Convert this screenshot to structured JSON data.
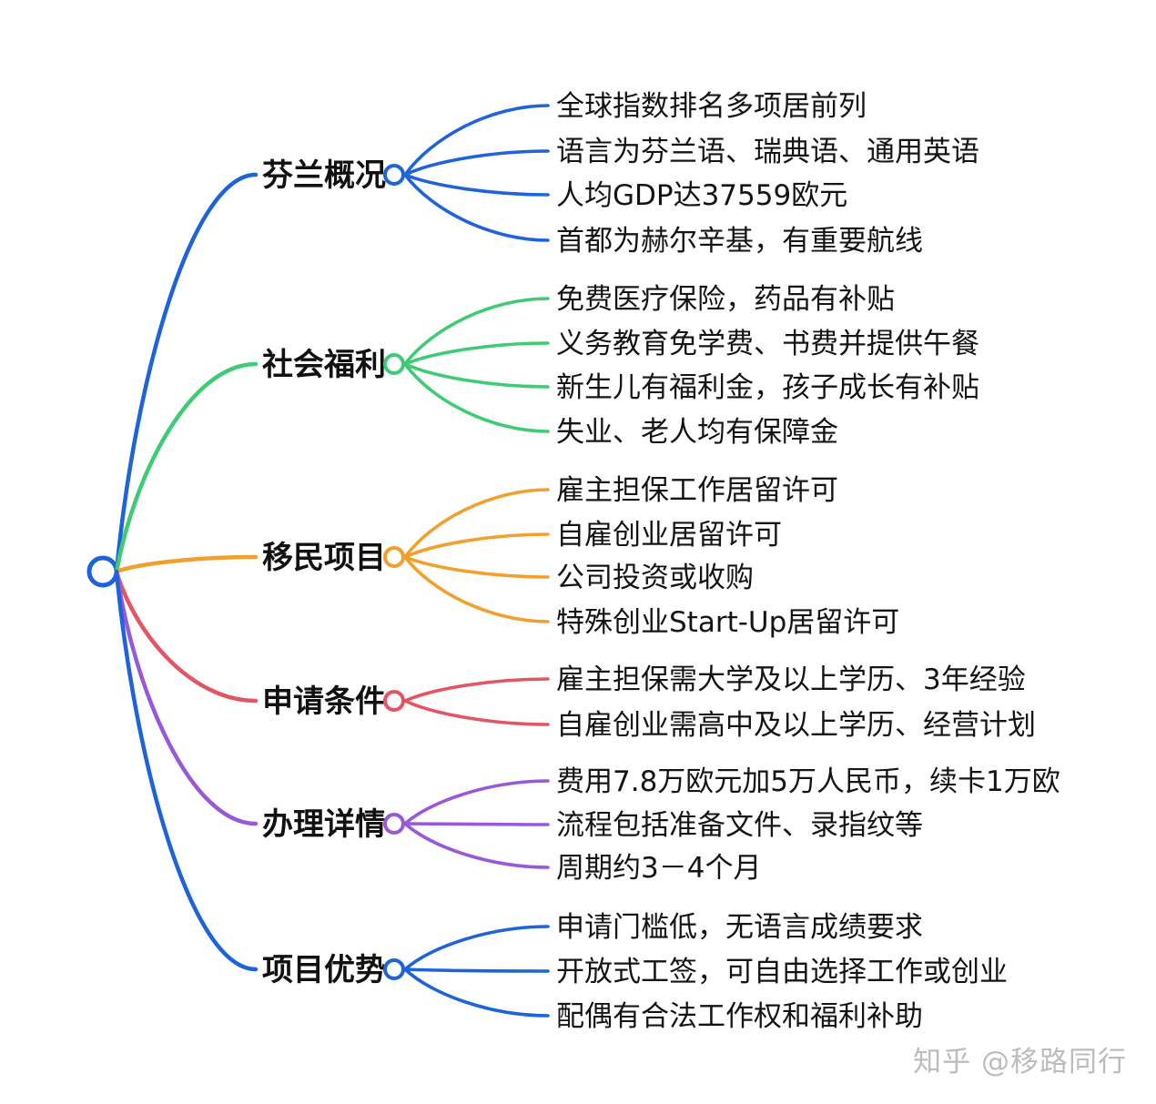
{
  "diagram": {
    "type": "mindmap",
    "root_node": {
      "shape": "open-circle",
      "color": "#1e63d9"
    },
    "text_color": "#141414",
    "branches": [
      {
        "label": "芬兰概况",
        "color": "#1e63d9",
        "children": [
          "全球指数排名多项居前列",
          "语言为芬兰语、瑞典语、通用英语",
          "人均GDP达37559欧元",
          "首都为赫尔辛基，有重要航线"
        ]
      },
      {
        "label": "社会福利",
        "color": "#3ecb74",
        "children": [
          "免费医疗保险，药品有补贴",
          "义务教育免学费、书费并提供午餐",
          "新生儿有福利金，孩子成长有补贴",
          "失业、老人均有保障金"
        ]
      },
      {
        "label": "移民项目",
        "color": "#f1a02e",
        "children": [
          "雇主担保工作居留许可",
          "自雇创业居留许可",
          "公司投资或收购",
          "特殊创业Start-Up居留许可"
        ]
      },
      {
        "label": "申请条件",
        "color": "#e25563",
        "children": [
          "雇主担保需大学及以上学历、3年经验",
          "自雇创业需高中及以上学历、经营计划"
        ]
      },
      {
        "label": "办理详情",
        "color": "#9859d9",
        "children": [
          "费用7.8万欧元加5万人民币，续卡1万欧",
          "流程包括准备文件、录指纹等",
          "周期约3－4个月"
        ]
      },
      {
        "label": "项目优势",
        "color": "#1e63d9",
        "children": [
          "申请门槛低，无语言成绩要求",
          "开放式工签，可自由选择工作或创业",
          "配偶有合法工作权和福利补助"
        ]
      }
    ]
  },
  "watermark": {
    "text": "知乎 @移路同行",
    "color": "#bcbcbc"
  }
}
